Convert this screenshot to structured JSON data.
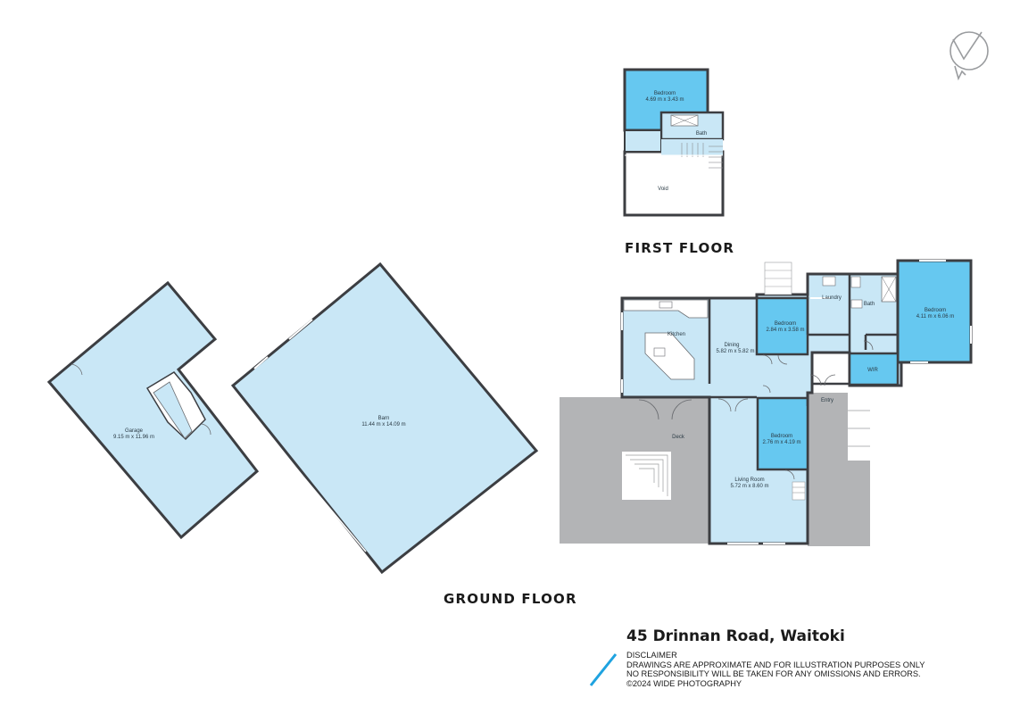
{
  "colors": {
    "room_fill": "#c9e7f6",
    "bedroom_fill": "#66c8f0",
    "deck_fill": "#b3b4b6",
    "wall": "#3c3e42",
    "accent_line": "#1fa3e0"
  },
  "floors": {
    "first": "FIRST FLOOR",
    "ground": "GROUND FLOOR"
  },
  "first_floor": {
    "bedroom": {
      "name": "Bedroom",
      "size": "4.69 m x 3.43 m"
    },
    "bath": "Bath",
    "void": "Void"
  },
  "ground_floor": {
    "garage": {
      "name": "Garage",
      "size": "9.15 m x 11.96 m"
    },
    "barn": {
      "name": "Barn",
      "size": "11.44 m x 14.09 m"
    },
    "kitchen": "Kitchen",
    "dining": {
      "name": "Dining",
      "size": "5.82 m x 5.82 m"
    },
    "bedroom_mid": {
      "name": "Bedroom",
      "size": "2.84 m x 3.58 m"
    },
    "laundry": "Laundry",
    "bath": "Bath",
    "bedroom_right": {
      "name": "Bedroom",
      "size": "4.11 m x 6.06 m"
    },
    "wir": "WIR",
    "entry": "Entry",
    "deck": "Deck",
    "bedroom_lower": {
      "name": "Bedroom",
      "size": "2.76 m x 4.19 m"
    },
    "living": {
      "name": "Living Room",
      "size": "5.72 m x 8.60 m"
    }
  },
  "address": "45 Drinnan Road, Waitoki",
  "disclaimer": {
    "title": "DISCLAIMER",
    "line1": "DRAWINGS ARE APPROXIMATE AND FOR ILLUSTRATION PURPOSES ONLY",
    "line2": "NO RESPONSIBILITY WILL BE TAKEN FOR ANY OMISSIONS AND ERRORS.",
    "line3": "©2024 WIDE PHOTOGRAPHY"
  },
  "logo": "north-arrow-logo"
}
